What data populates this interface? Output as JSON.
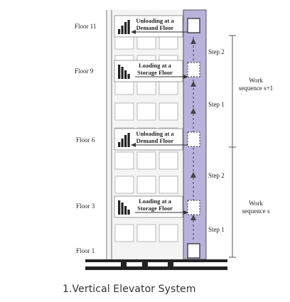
{
  "floors": [
    {
      "id": "11",
      "label": "Floor 11"
    },
    {
      "id": "9",
      "label": "Floor 9"
    },
    {
      "id": "6",
      "label": "Floor 6"
    },
    {
      "id": "3",
      "label": "Floor 3"
    },
    {
      "id": "1",
      "label": "Floor 1"
    }
  ],
  "operations": [
    {
      "floor": "11",
      "line1": "Unloading at a",
      "line2": "Demand Floor"
    },
    {
      "floor": "9",
      "line1": "Loading at a",
      "line2": "Storage Floor"
    },
    {
      "floor": "6",
      "line1": "Unloading at a",
      "line2": "Demand Floor"
    },
    {
      "floor": "3",
      "line1": "Loading at a",
      "line2": "Storage Floor"
    }
  ],
  "steps": {
    "upper_step2": "Step 2",
    "upper_step1": "Step 1",
    "lower_step2": "Step 2",
    "lower_step1": "Step 1"
  },
  "sequences": {
    "upper": {
      "line1": "Work",
      "line2": "sequence s+1"
    },
    "lower": {
      "line1": "Work",
      "line2": "sequence s"
    }
  },
  "caption": "1.Vertical Elevator System",
  "colors": {
    "shaft": "#b9b2dc",
    "building_fill": "#eeeeee",
    "line": "#444444"
  }
}
